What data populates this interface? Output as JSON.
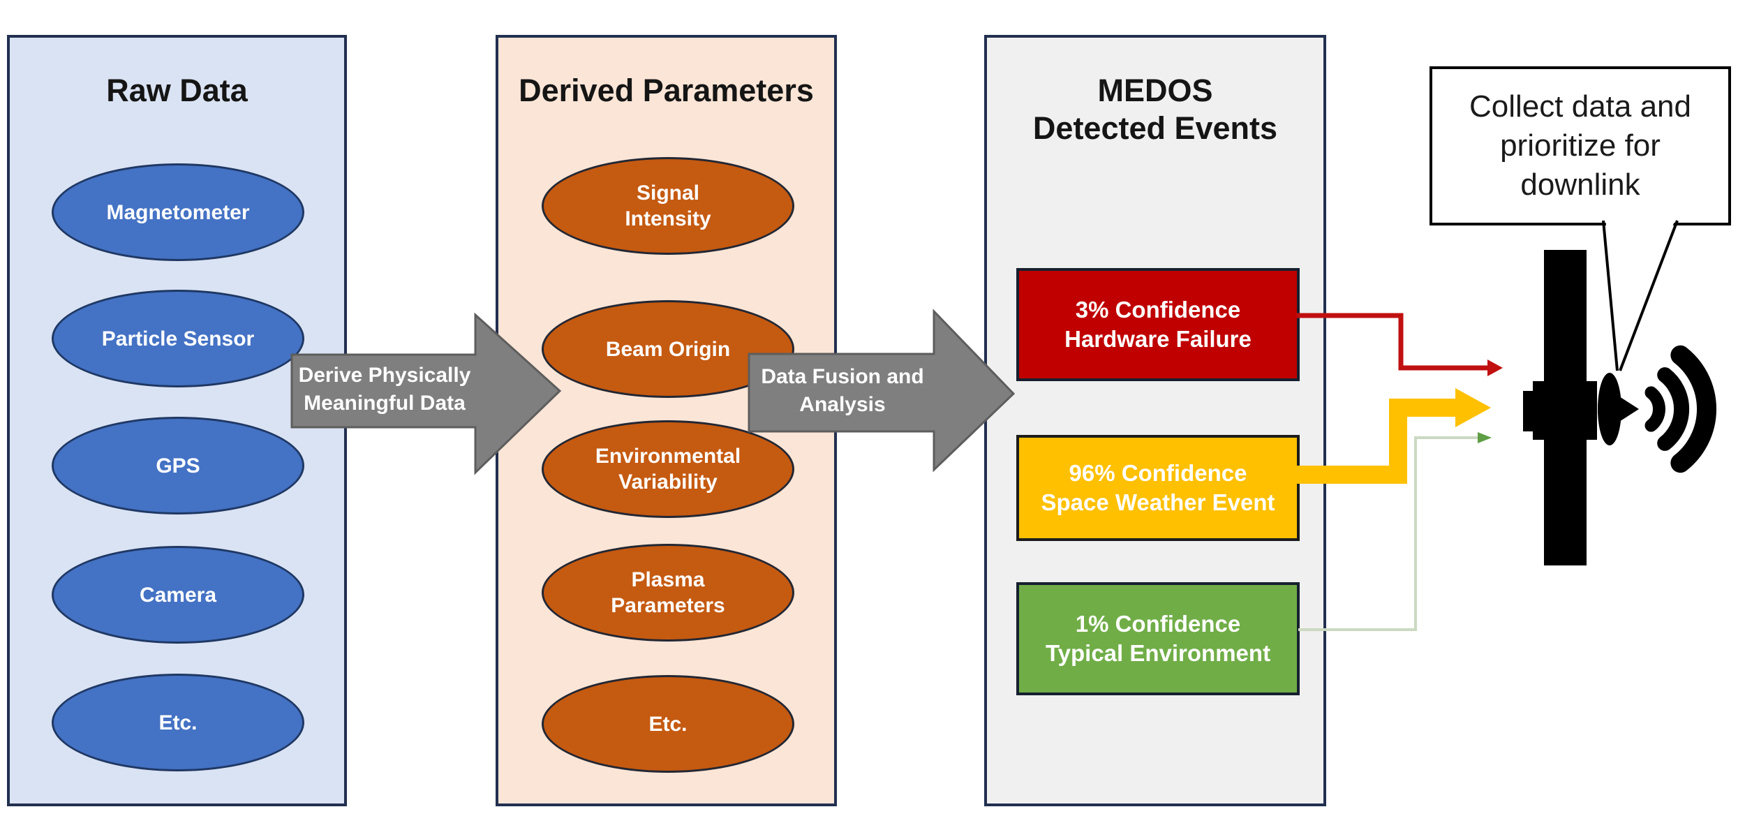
{
  "figure": {
    "stages": {
      "raw": {
        "title": "Raw Data",
        "items": [
          "Magnetometer",
          "Particle Sensor",
          "GPS",
          "Camera",
          "Etc."
        ]
      },
      "derived": {
        "title": "Derived Parameters",
        "items": [
          "Signal\nIntensity",
          "Beam Origin",
          "Environmental\nVariability",
          "Plasma\nParameters",
          "Etc."
        ]
      },
      "medos": {
        "title": "MEDOS\nDetected Events",
        "events": [
          {
            "label": "3% Confidence\nHardware Failure",
            "color": "#c00000"
          },
          {
            "label": "96% Confidence\nSpace Weather Event",
            "color": "#ffc000"
          },
          {
            "label": "1% Confidence\nTypical Environment",
            "color": "#70ad47"
          }
        ]
      }
    },
    "process_arrows": [
      {
        "label": "Derive Physically\nMeaningful Data",
        "color": "#7f7f7f"
      },
      {
        "label": "Data Fusion and\nAnalysis",
        "color": "#7f7f7f"
      }
    ],
    "routing_arrows": [
      {
        "from": "3% Confidence Hardware Failure",
        "color": "#c01010",
        "thickness": "thin"
      },
      {
        "from": "96% Confidence Space Weather Event",
        "color": "#ffc000",
        "thickness": "thick"
      },
      {
        "from": "1% Confidence Typical Environment",
        "color": "#ccd9c2",
        "head_color": "#5f9e44",
        "thickness": "thin"
      }
    ],
    "callout": {
      "text": "Collect data and\nprioritize for\ndownlink"
    },
    "icons": {
      "satellite": "satellite-icon",
      "signal_waves": "signal-waves-icon",
      "speech_bubble": "speech-bubble"
    },
    "colors": {
      "raw_panel_bg": "#dae3f3",
      "derived_panel_bg": "#fbe5d6",
      "medos_panel_bg": "#f0f0f0",
      "raw_node": "#4472c4",
      "derived_node": "#c55a11",
      "process_arrow": "#7f7f7f",
      "event_red": "#c00000",
      "event_yellow": "#ffc000",
      "event_green": "#70ad47"
    }
  }
}
